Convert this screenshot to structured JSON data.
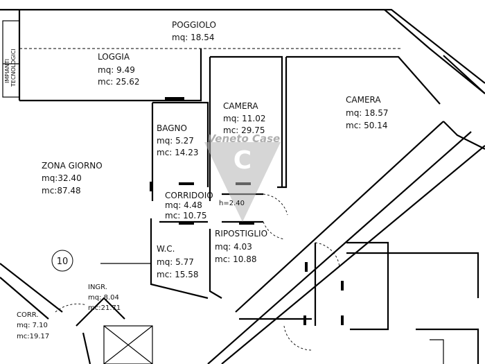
{
  "rooms": {
    "poggiolo": {
      "name": "POGGIOLO",
      "mq": "mq: 18.54"
    },
    "loggia": {
      "name": "LOGGIA",
      "mq": "mq:  9.49",
      "mc": "mc: 25.62"
    },
    "impianti": {
      "line1": "IMPIANTI",
      "line2": "TECNOLOGICI"
    },
    "bagno": {
      "name": "BAGNO",
      "mq": "mq:  5.27",
      "mc": "mc: 14.23"
    },
    "camera_small": {
      "name": "CAMERA",
      "mq": "mq: 11.02",
      "mc": "mc: 29.75"
    },
    "camera_large": {
      "name": "CAMERA",
      "mq": "mq: 18.57",
      "mc": "mc: 50.14"
    },
    "zona_giorno": {
      "name": "ZONA GIORNO",
      "mq": "mq:32.40",
      "mc": "mc:87.48"
    },
    "corridoio": {
      "name": "CORRIDOIO",
      "mq": "mq:  4.48",
      "mc": "mc: 10.75"
    },
    "ripostiglio": {
      "name": "RIPOSTIGLIO",
      "mq": "mq:  4.03",
      "mc": "mc: 10.88"
    },
    "wc": {
      "name": "W.C.",
      "mq": "mq:  5.77",
      "mc": "mc: 15.58"
    },
    "ingresso": {
      "name": "INGR.",
      "mq": "mq:  8.04",
      "mc": "mc:21.71"
    },
    "corr": {
      "name": "CORR.",
      "mq": "mq:  7.10",
      "mc": "mc:19.17"
    }
  },
  "height_note": "h=2.40",
  "unit_number": "10",
  "watermark": {
    "text": "Veneto Case",
    "letter": "C",
    "color": "#9a9a9a"
  }
}
